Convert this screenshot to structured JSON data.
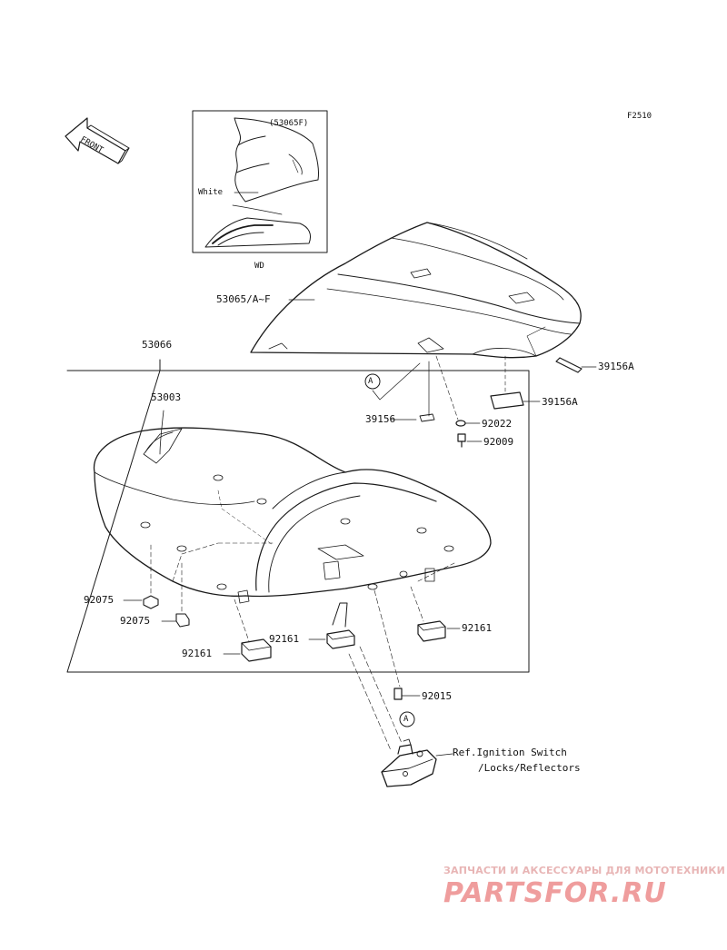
{
  "figure_code": "F2510",
  "front_label": "FRONT",
  "inset": {
    "part_label": "(53065F)",
    "color_label": "White",
    "caption": "WD"
  },
  "labels": {
    "p53065": "53065/A~F",
    "p53066": "53066",
    "p53003": "53003",
    "p39156a_top": "39156A",
    "p39156a_mid": "39156A",
    "p39156": "39156",
    "p92022": "92022",
    "p92009": "92009",
    "p92075_a": "92075",
    "p92075_b": "92075",
    "p92161_left": "92161",
    "p92161_mid": "92161",
    "p92161_right": "92161",
    "p92015": "92015",
    "ref_line1": "Ref.Ignition Switch",
    "ref_line2": "/Locks/Reflectors",
    "marker_a1": "A",
    "marker_a2": "A"
  },
  "watermark": {
    "top_text": "ЗАПЧАСТИ И АКСЕССУАРЫ ДЛЯ МОТОТЕХНИКИ",
    "brand": "PARTSFOR.RU"
  }
}
